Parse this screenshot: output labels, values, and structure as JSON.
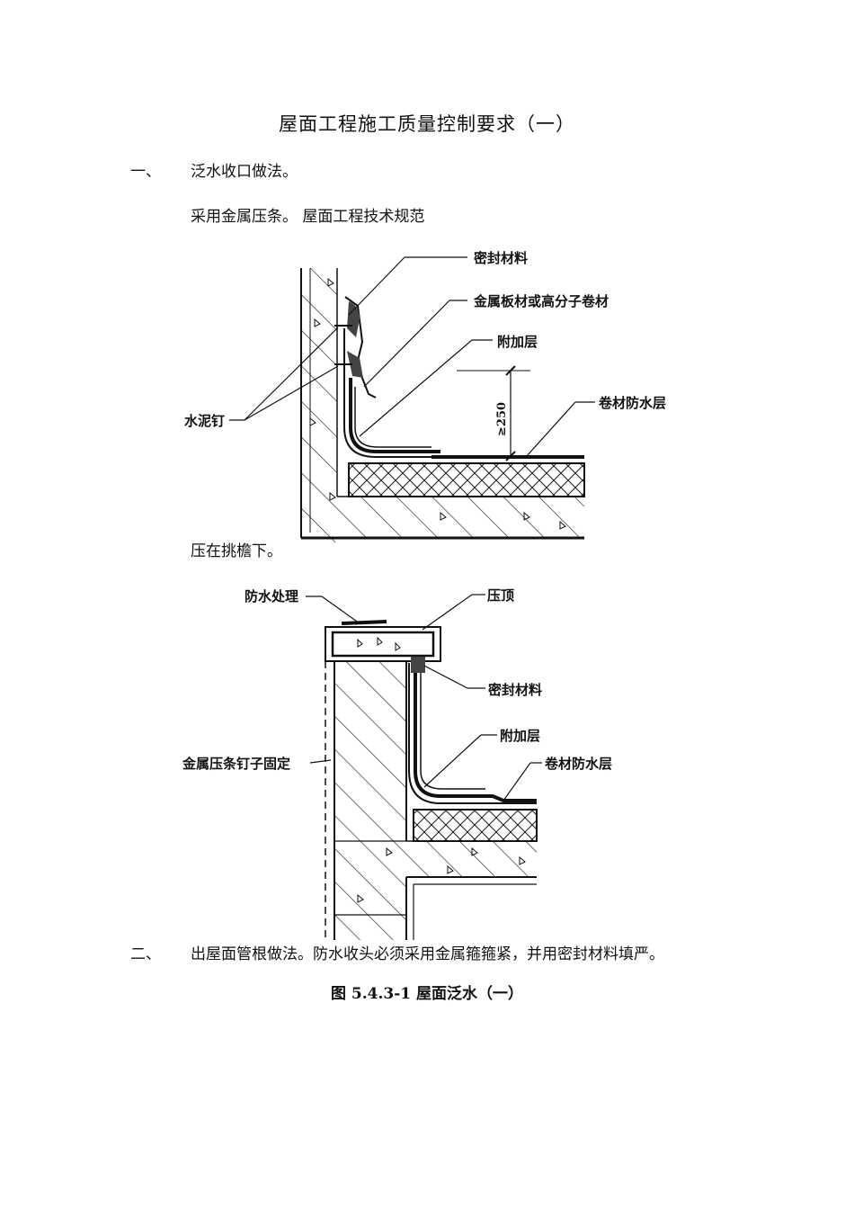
{
  "doc": {
    "title": "屋面工程施工质量控制要求（一）",
    "sec1_num": "一、",
    "sec1_text": "泛水收口做法。",
    "sec1_sub": "采用金属压条。 屋面工程技术规范",
    "press_text": "压在挑檐下。",
    "sec2_num": "二、",
    "sec2_text": "出屋面管根做法。防水收头必须采用金属箍箍紧，并用密封材料填严。",
    "caption": "图 5.4.3-1   屋面泛水（一）"
  },
  "fig1": {
    "labels": {
      "sealant": "密封材料",
      "metal_sheet": "金属板材或高分子卷材",
      "additional_layer": "附加层",
      "cement_nail": "水泥钉",
      "membrane": "卷材防水层",
      "dimension": "≥250"
    }
  },
  "fig2": {
    "labels": {
      "waterproof_treatment": "防水处理",
      "coping": "压顶",
      "sealant": "密封材料",
      "additional_layer": "附加层",
      "metal_strip_nail": "金属压条钉子固定",
      "membrane": "卷材防水层"
    }
  }
}
